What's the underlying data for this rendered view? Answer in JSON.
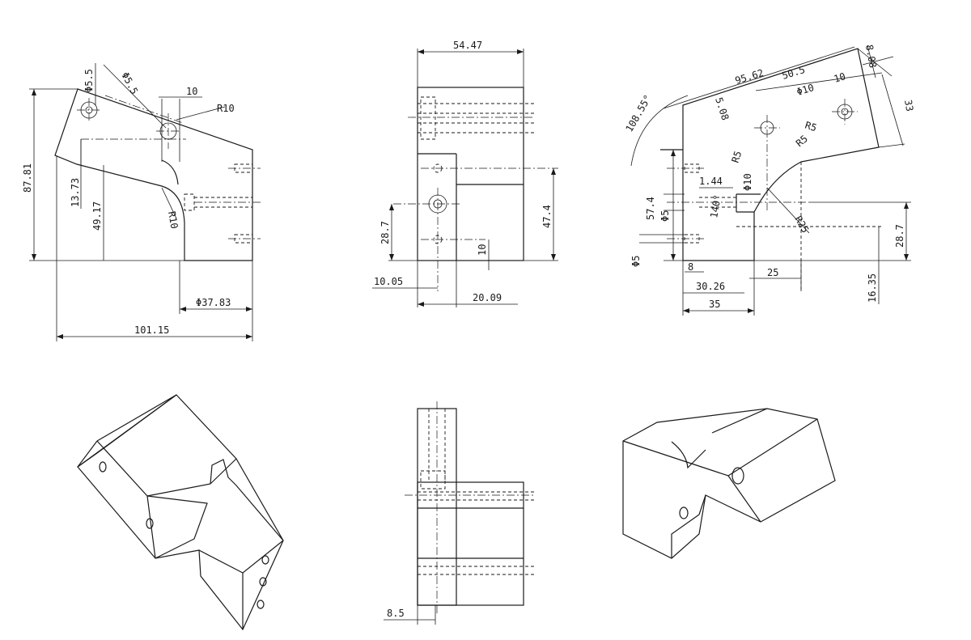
{
  "views": {
    "front": {
      "dims": {
        "d1": "Φ5.5",
        "d2": "Φ5.5",
        "d3": "10",
        "d4": "R10",
        "d5": "87.81",
        "d6": "13.73",
        "d7": "49.17",
        "d8": "R10",
        "d9": "Φ37.83",
        "d10": "101.15"
      }
    },
    "side": {
      "dims": {
        "d1": "54.47",
        "d2": "47.4",
        "d3": "28.7",
        "d4": "10",
        "d5": "10.05",
        "d6": "20.09"
      }
    },
    "aux": {
      "dims": {
        "d1": "95.62",
        "d2": "50.5",
        "d3": "8.08",
        "d4": "10",
        "d5": "Φ10",
        "d6": "33",
        "d7": "108.55°",
        "d8": "5.08",
        "d9": "R5",
        "d10": "R5",
        "d11": "R5",
        "d12": "Φ10",
        "d13": "1.44",
        "d14": "140°",
        "d15": "57.4",
        "d16": "Φ5",
        "d17": "R25",
        "d18": "28.7",
        "d19": "Φ5",
        "d20": "8",
        "d21": "25",
        "d22": "30.26",
        "d23": "16.35",
        "d24": "35"
      }
    },
    "bottom": {
      "dims": {
        "d1": "8.5"
      }
    }
  }
}
